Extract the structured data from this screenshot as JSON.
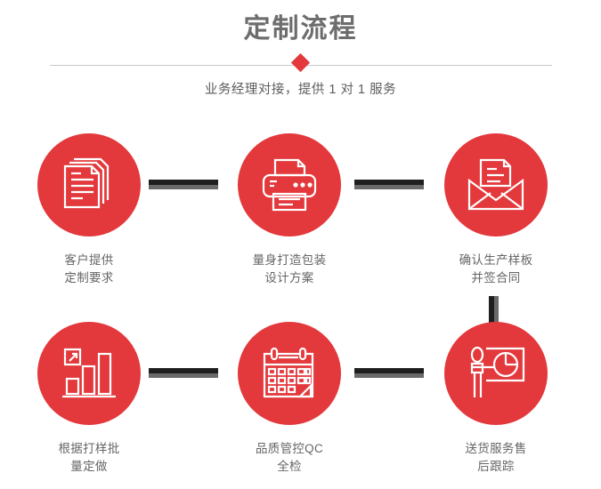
{
  "header": {
    "title": "定制流程",
    "subtitle": "业务经理对接，提供 1 对 1 服务",
    "diamond_color": "#e3393c",
    "divider_color": "#c9c9c9",
    "title_color": "#6d6d6d"
  },
  "theme": {
    "accent_red": "#e3393c",
    "connector_dark": "#1f1f1f",
    "connector_gray": "#6a6a6a",
    "label_color": "#666666",
    "background": "#ffffff"
  },
  "flow": {
    "steps": [
      {
        "index": 1,
        "icon": "documents-stack-icon",
        "label": "客户提供\n定制要求"
      },
      {
        "index": 2,
        "icon": "printer-icon",
        "label": "量身打造包装\n设计方案"
      },
      {
        "index": 3,
        "icon": "envelope-letter-icon",
        "label": "确认生产样板\n并签合同"
      },
      {
        "index": 4,
        "icon": "bar-chart-growth-icon",
        "label": "根据打样批\n量定做"
      },
      {
        "index": 5,
        "icon": "calendar-check-icon",
        "label": "品质管控QC\n全检"
      },
      {
        "index": 6,
        "icon": "presenter-pie-chart-icon",
        "label": "送货服务售\n后跟踪"
      }
    ],
    "connectors": [
      {
        "name": "connector-row1-step1-step2",
        "orientation": "horizontal"
      },
      {
        "name": "connector-row1-step2-step3",
        "orientation": "horizontal"
      },
      {
        "name": "connector-step3-step6",
        "orientation": "vertical"
      },
      {
        "name": "connector-row2-step4-step5",
        "orientation": "horizontal"
      },
      {
        "name": "connector-row2-step5-step6",
        "orientation": "horizontal"
      }
    ]
  }
}
